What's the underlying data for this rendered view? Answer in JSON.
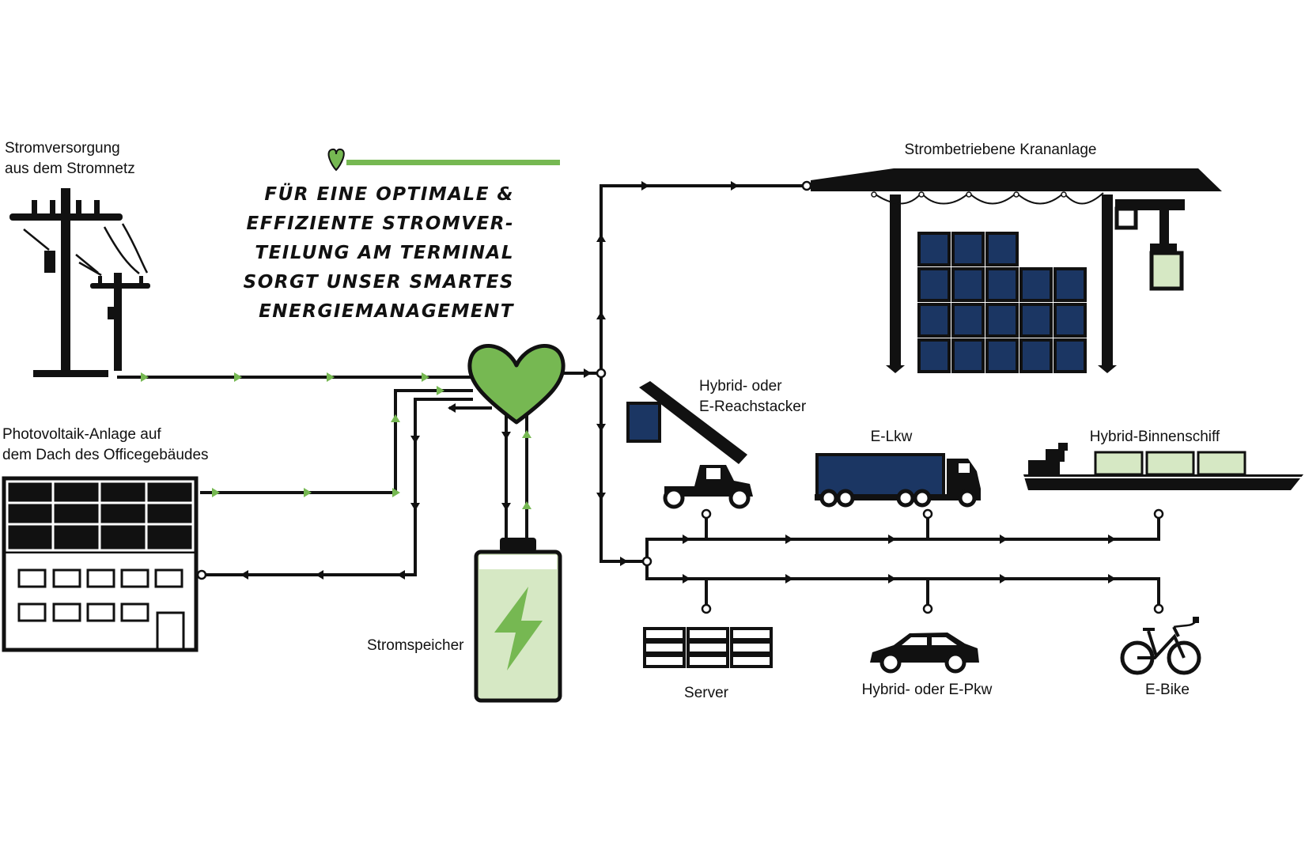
{
  "colors": {
    "green": "#76b852",
    "line": "#111111",
    "navy": "#1b3663",
    "pale_green": "#d6e8c4"
  },
  "headline": {
    "lines": [
      "FÜR EINE OPTIMALE &",
      "EFFIZIENTE STROMVER-",
      "TEILUNG AM TERMINAL",
      "SORGT UNSER SMARTES",
      "ENERGIEMANAGEMENT"
    ],
    "icon": "heart-icon"
  },
  "sources": {
    "grid": {
      "line1": "Stromversorgung",
      "line2": "aus dem Stromnetz",
      "icon": "power-pole-icon"
    },
    "pv": {
      "line1": "Photovoltaik-Anlage auf",
      "line2": "dem Dach des Officegebäudes",
      "icon": "office-building-solar-icon"
    }
  },
  "storage": {
    "label": "Stromspeicher",
    "icon": "battery-icon"
  },
  "hub": {
    "icon": "heart-icon"
  },
  "consumers": {
    "crane": {
      "label": "Strombetriebene Krananlage",
      "icon": "container-crane-icon"
    },
    "reachstacker": {
      "line1": "Hybrid- oder",
      "line2": "E-Reachstacker",
      "icon": "reachstacker-icon"
    },
    "truck": {
      "label": "E-Lkw",
      "icon": "truck-icon"
    },
    "ship": {
      "label": "Hybrid-Binnenschiff",
      "icon": "ship-icon"
    },
    "server": {
      "label": "Server",
      "icon": "server-rack-icon"
    },
    "car": {
      "label": "Hybrid- oder E-Pkw",
      "icon": "car-icon"
    },
    "ebike": {
      "label": "E-Bike",
      "icon": "ebike-icon"
    }
  }
}
